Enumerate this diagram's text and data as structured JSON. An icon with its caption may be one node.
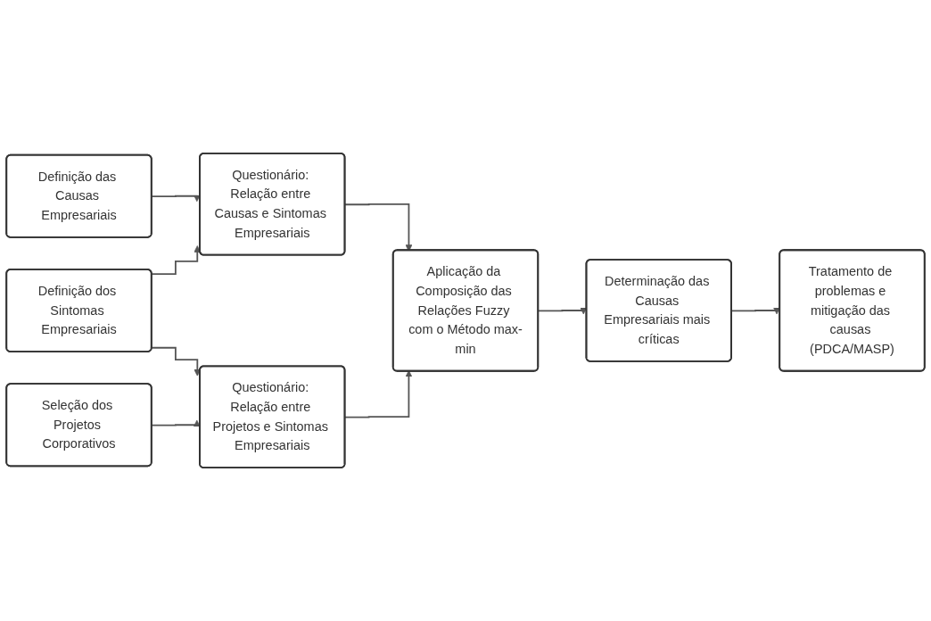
{
  "diagram": {
    "nodes": [
      {
        "text": [
          "Definição das Causas Empresariais"
        ]
      },
      {
        "text": [
          "Definição dos Sintomas Empresariais"
        ]
      },
      {
        "text": [
          "Seleção dos Projetos Corporativos"
        ]
      },
      {
        "text": [
          "Questionário: Relação entre Causas e Sintomas Empresariais"
        ]
      },
      {
        "text": [
          "Questionário: Relação entre Projetos e Sintomas Empresariais"
        ]
      },
      {
        "text": [
          "Aplicação da Composição das Relações Fuzzy com o Método max-min"
        ]
      },
      {
        "text": [
          "Determinação das Causas Empresariais mais críticas"
        ]
      },
      {
        "text": [
          "Tratamento de problemas e mitigação das causas (PDCA/MASP)"
        ]
      }
    ],
    "edges": [
      {
        "from": 0,
        "to": 3,
        "arrow": "to"
      },
      {
        "from": 1,
        "to": 3,
        "arrow": "to"
      },
      {
        "from": 1,
        "to": 4,
        "arrow": "to"
      },
      {
        "from": 2,
        "to": 4,
        "arrow": "to"
      },
      {
        "from": 3,
        "to": 5,
        "arrow": "to"
      },
      {
        "from": 4,
        "to": 5,
        "arrow": "to"
      },
      {
        "from": 5,
        "to": 6,
        "arrow": "to"
      },
      {
        "from": 6,
        "to": 7,
        "arrow": "to"
      }
    ]
  }
}
